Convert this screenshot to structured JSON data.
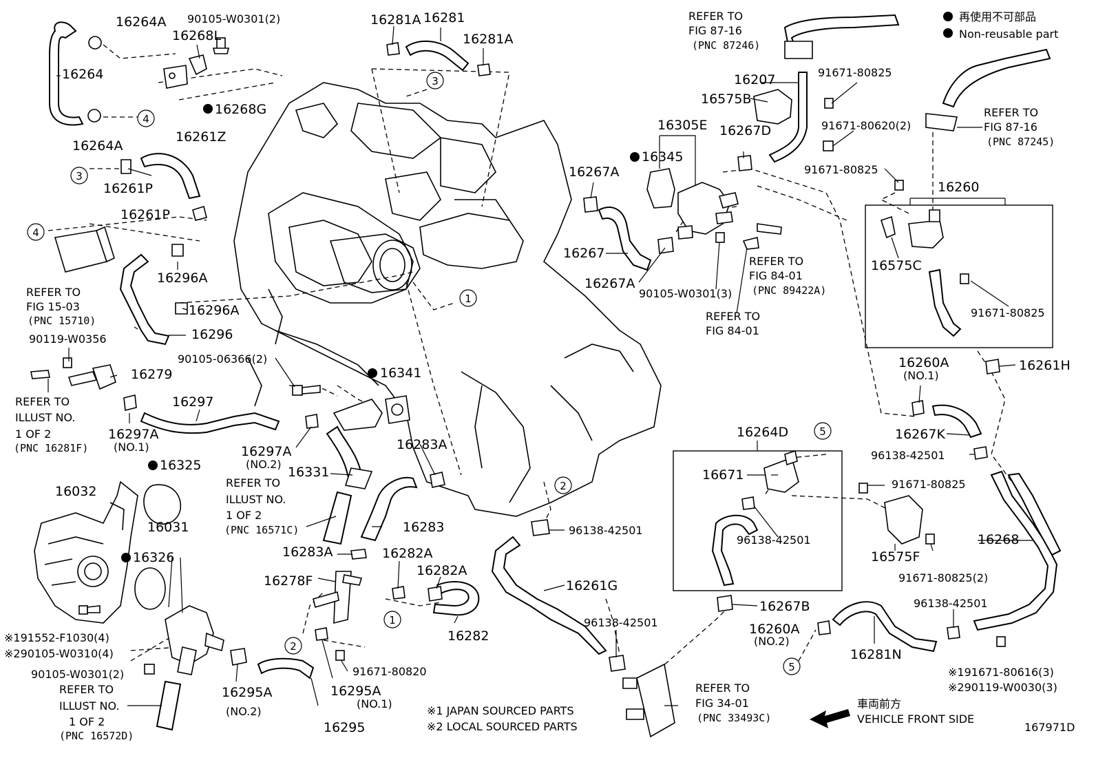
{
  "legend": {
    "jp": "再使用不可部品",
    "en": "Non-reusable part"
  },
  "figure_id": "167971D",
  "notes": {
    "japan": "※1 JAPAN SOURCED PARTS",
    "local": "※2 LOCAL SOURCED PARTS"
  },
  "front": {
    "jp": "車両前方",
    "en": "VEHICLE FRONT SIDE"
  },
  "callouts": [
    "1",
    "2",
    "3",
    "4",
    "5"
  ],
  "labels": {
    "p16264A_a": "16264A",
    "p90105_W0301_2_top": "90105-W0301(2)",
    "p16268L": "16268L",
    "p16264": "16264",
    "p16268G": "16268G",
    "p16264A_b": "16264A",
    "p16261Z": "16261Z",
    "p16261P_a": "16261P",
    "p16261P_b": "16261P",
    "p16296A_a": "16296A",
    "p16296A_b": "16296A",
    "p16296": "16296",
    "p90119_W0356": "90119-W0356",
    "p16279": "16279",
    "p16297": "16297",
    "p16297A_1": "16297A",
    "no1_a": "(NO.1)",
    "p16297A_2": "16297A",
    "no2_a": "(NO.2)",
    "p90105_06366": "90105-06366(2)",
    "p16341": "16341",
    "p16331": "16331",
    "p16325": "16325",
    "p16032": "16032",
    "p16031": "16031",
    "p16326": "16326",
    "p191552": "※191552-F1030(4)",
    "p290105": "※290105-W0310(4)",
    "p90105_W0301_2_bot": "90105-W0301(2)",
    "p16295A_2": "16295A",
    "no2_b": "(NO.2)",
    "p16295A_1": "16295A",
    "no1_b": "(NO.1)",
    "p16295": "16295",
    "p91671_80820": "91671-80820",
    "p16278F": "16278F",
    "p16283A_a": "16283A",
    "p16283A_b": "16283A",
    "p16283": "16283",
    "p16282A_a": "16282A",
    "p16282A_b": "16282A",
    "p16282": "16282",
    "p16281A_a": "16281A",
    "p16281": "16281",
    "p16281A_b": "16281A",
    "p96138_42501_a": "96138-42501",
    "p16261G": "16261G",
    "p96138_42501_b": "96138-42501",
    "p16267A_a": "16267A",
    "p16267": "16267",
    "p16267A_b": "16267A",
    "p16345": "16345",
    "p16305E": "16305E",
    "p16267D": "16267D",
    "p90105_W0301_3": "90105-W0301(3)",
    "p16207": "16207",
    "p16575B": "16575B",
    "p91671_80825_a": "91671-80825",
    "p91671_80620": "91671-80620(2)",
    "p91671_80825_b": "91671-80825",
    "p16260": "16260",
    "p16575C": "16575C",
    "p91671_80825_c": "91671-80825",
    "p16261H": "16261H",
    "p16260A_1": "16260A",
    "no1_c": "(NO.1)",
    "p16267K": "16267K",
    "p96138_42501_c": "96138-42501",
    "p16264D": "16264D",
    "p16671": "16671",
    "p96138_42501_d": "96138-42501",
    "p91671_80825_d": "91671-80825",
    "p16575F": "16575F",
    "p16268": "16268",
    "p91671_80825_2": "91671-80825(2)",
    "p16267B": "16267B",
    "p16260A_2": "16260A",
    "no2_c": "(NO.2)",
    "p16281N": "16281N",
    "p96138_42501_e": "96138-42501",
    "p191671": "※191671-80616(3)",
    "p290119": "※290119-W0030(3)"
  },
  "refs": {
    "fig87_16_top": {
      "l1": "REFER TO",
      "l2": "FIG 87-16",
      "l3": "(PNC 87246)"
    },
    "fig87_16_right": {
      "l1": "REFER TO",
      "l2": "FIG 87-16",
      "l3": "(PNC 87245)"
    },
    "fig15_03": {
      "l1": "REFER TO",
      "l2": "FIG 15-03",
      "l3": "(PNC 15710)"
    },
    "illust_16281F": {
      "l1": "REFER TO",
      "l2": "ILLUST NO.",
      "l3": "1 OF 2",
      "l4": "(PNC 16281F)"
    },
    "illust_16571C": {
      "l1": "REFER TO",
      "l2": "ILLUST NO.",
      "l3": "1 OF 2",
      "l4": "(PNC 16571C)"
    },
    "illust_16572D": {
      "l1": "REFER TO",
      "l2": "ILLUST NO.",
      "l3": "1 OF 2",
      "l4": "(PNC 16572D)"
    },
    "fig84_01_a": {
      "l1": "REFER TO",
      "l2": "FIG 84-01",
      "l3": "(PNC 89422A)"
    },
    "fig84_01_b": {
      "l1": "REFER TO",
      "l2": "FIG 84-01"
    },
    "fig34_01": {
      "l1": "REFER TO",
      "l2": "FIG 34-01",
      "l3": "(PNC 33493C)"
    }
  }
}
